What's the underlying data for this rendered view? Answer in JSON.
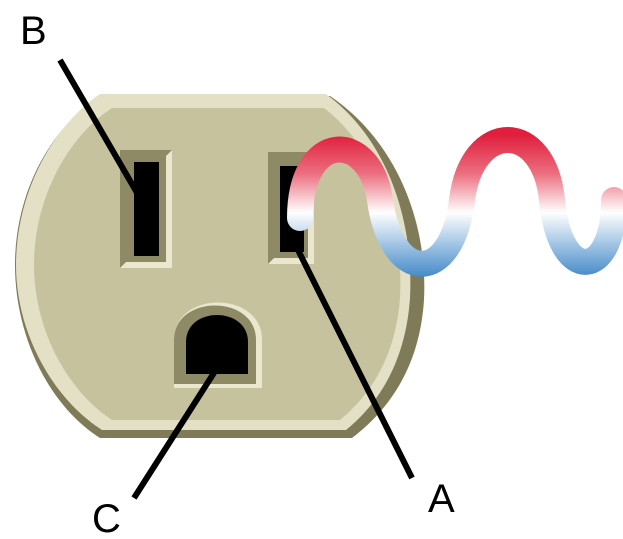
{
  "labels": {
    "a": "A",
    "b": "B",
    "c": "C"
  },
  "colors": {
    "plate_face": "#c7c29e",
    "plate_highlight": "#e4e0c6",
    "plate_shadow": "#7f7a57",
    "slot_fill": "#000000",
    "wave_hot": "#e01f3d",
    "wave_mid": "#ffffff",
    "wave_cold": "#1f74bd",
    "leader_line": "#000000"
  }
}
